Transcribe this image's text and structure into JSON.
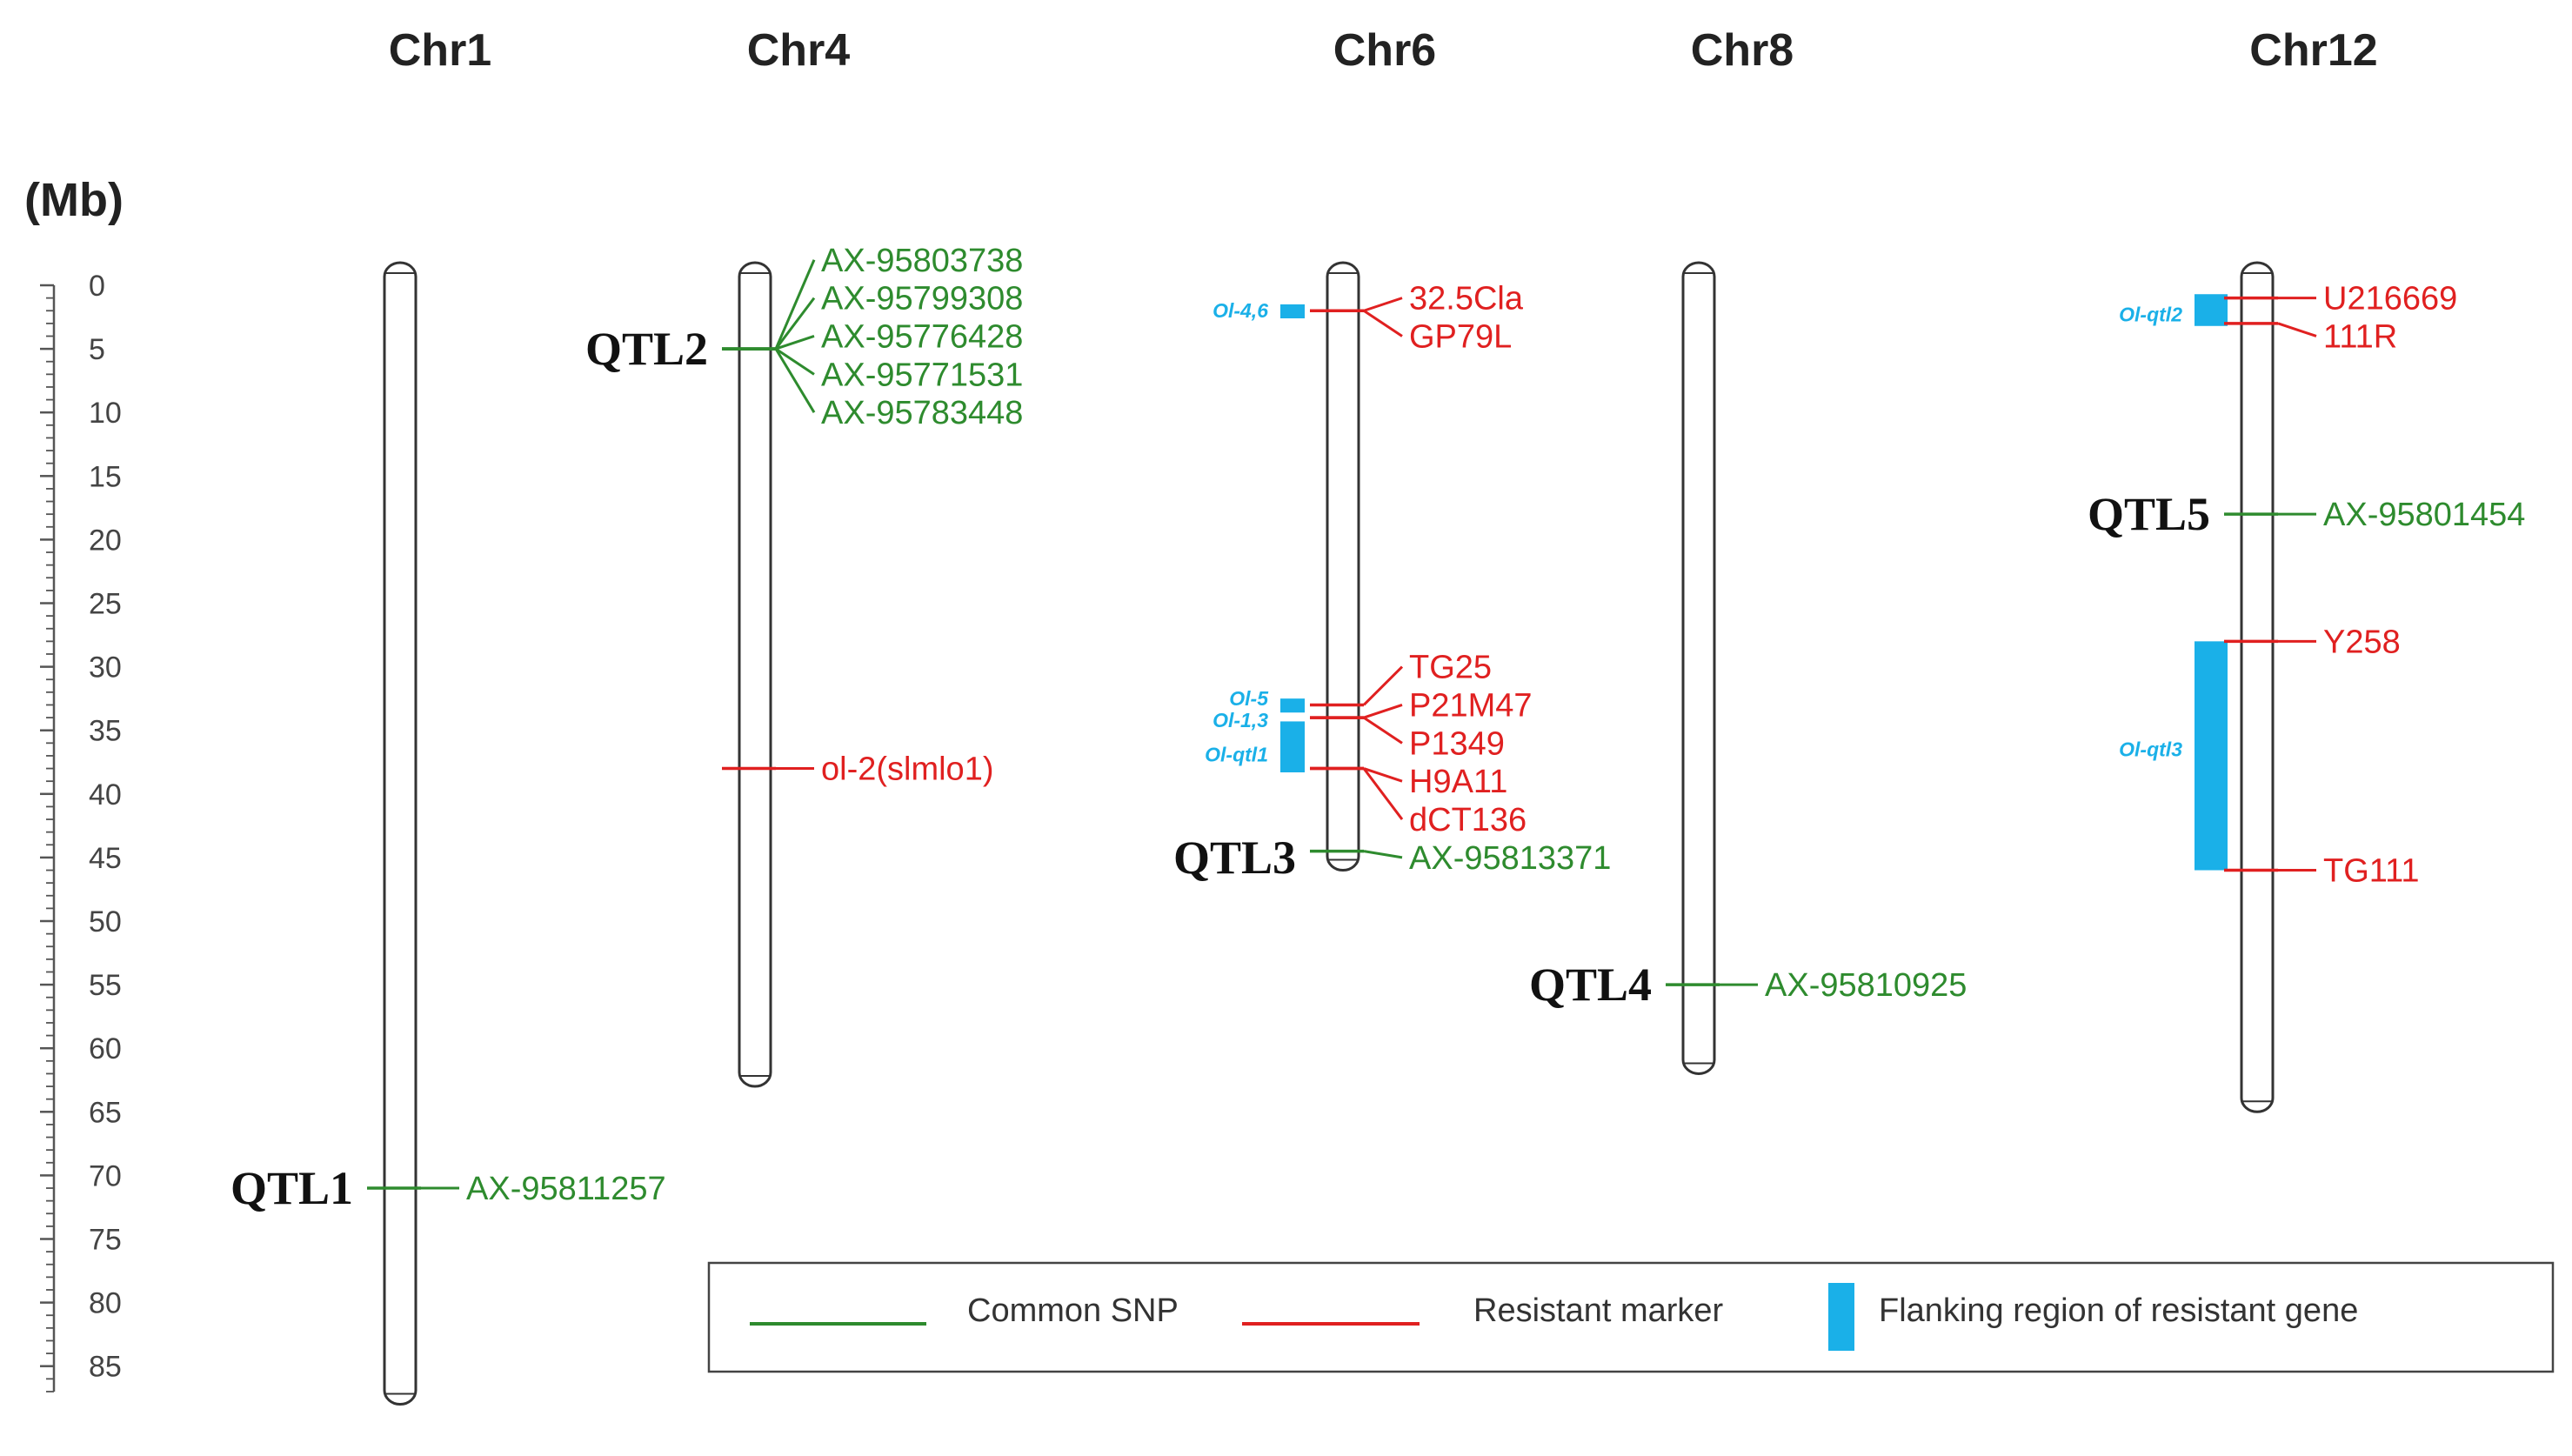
{
  "axis": {
    "unit_label": "(Mb)",
    "min": 0,
    "max": 87,
    "major_step": 5,
    "minor_step": 1,
    "labels": [
      "0",
      "5",
      "10",
      "15",
      "20",
      "25",
      "30",
      "35",
      "40",
      "45",
      "50",
      "55",
      "60",
      "65",
      "70",
      "75",
      "80",
      "85"
    ]
  },
  "colors": {
    "snp": "#2e8b2e",
    "resistant": "#e02020",
    "region": "#1ab0e8",
    "text": "#222222",
    "chromosome_stroke": "#333333"
  },
  "chromosomes": [
    {
      "id": "chr1",
      "name": "Chr1",
      "start": 0,
      "end": 88
    },
    {
      "id": "chr4",
      "name": "Chr4",
      "start": 0,
      "end": 63
    },
    {
      "id": "chr6",
      "name": "Chr6",
      "start": 0,
      "end": 46
    },
    {
      "id": "chr8",
      "name": "Chr8",
      "start": 0,
      "end": 62
    },
    {
      "id": "chr12",
      "name": "Chr12",
      "start": 0,
      "end": 65
    }
  ],
  "markers": [
    {
      "chr": "chr1",
      "name": "AX-95811257",
      "type": "snp",
      "pos": 71,
      "label_pos": 71
    },
    {
      "chr": "chr4",
      "name": "AX-95803738",
      "type": "snp",
      "pos": 5,
      "label_pos": -2
    },
    {
      "chr": "chr4",
      "name": "AX-95799308",
      "type": "snp",
      "pos": 5,
      "label_pos": 1
    },
    {
      "chr": "chr4",
      "name": "AX-95776428",
      "type": "snp",
      "pos": 5,
      "label_pos": 4
    },
    {
      "chr": "chr4",
      "name": "AX-95771531",
      "type": "snp",
      "pos": 5,
      "label_pos": 7
    },
    {
      "chr": "chr4",
      "name": "AX-95783448",
      "type": "snp",
      "pos": 5,
      "label_pos": 10
    },
    {
      "chr": "chr4",
      "name": "ol-2(slmlo1)",
      "type": "resistant",
      "pos": 38,
      "label_pos": 38
    },
    {
      "chr": "chr6",
      "name": "32.5Cla",
      "type": "resistant",
      "pos": 2,
      "label_pos": 1
    },
    {
      "chr": "chr6",
      "name": "GP79L",
      "type": "resistant",
      "pos": 2,
      "label_pos": 4
    },
    {
      "chr": "chr6",
      "name": "TG25",
      "type": "resistant",
      "pos": 33,
      "label_pos": 30
    },
    {
      "chr": "chr6",
      "name": "P21M47",
      "type": "resistant",
      "pos": 34,
      "label_pos": 33
    },
    {
      "chr": "chr6",
      "name": "P1349",
      "type": "resistant",
      "pos": 34,
      "label_pos": 36
    },
    {
      "chr": "chr6",
      "name": "H9A11",
      "type": "resistant",
      "pos": 38,
      "label_pos": 39
    },
    {
      "chr": "chr6",
      "name": "dCT136",
      "type": "resistant",
      "pos": 38,
      "label_pos": 42
    },
    {
      "chr": "chr6",
      "name": "AX-95813371",
      "type": "snp",
      "pos": 44.5,
      "label_pos": 45
    },
    {
      "chr": "chr8",
      "name": "AX-95810925",
      "type": "snp",
      "pos": 55,
      "label_pos": 55
    },
    {
      "chr": "chr12",
      "name": "U216669",
      "type": "resistant",
      "pos": 1,
      "label_pos": 1
    },
    {
      "chr": "chr12",
      "name": "111R",
      "type": "resistant",
      "pos": 3,
      "label_pos": 4
    },
    {
      "chr": "chr12",
      "name": "AX-95801454",
      "type": "snp",
      "pos": 18,
      "label_pos": 18
    },
    {
      "chr": "chr12",
      "name": "Y258",
      "type": "resistant",
      "pos": 28,
      "label_pos": 28
    },
    {
      "chr": "chr12",
      "name": "TG111",
      "type": "resistant",
      "pos": 46,
      "label_pos": 46
    }
  ],
  "qtls": [
    {
      "chr": "chr1",
      "label": "QTL1",
      "pos": 71
    },
    {
      "chr": "chr4",
      "label": "QTL2",
      "pos": 5
    },
    {
      "chr": "chr6",
      "label": "QTL3",
      "pos": 45
    },
    {
      "chr": "chr8",
      "label": "QTL4",
      "pos": 55
    },
    {
      "chr": "chr12",
      "label": "QTL5",
      "pos": 18
    }
  ],
  "regions": [
    {
      "chr": "chr6",
      "label": "Ol-4,6",
      "start": 1.5,
      "end": 2.6,
      "label_pos": 2
    },
    {
      "chr": "chr6",
      "label": "Ol-5",
      "start": 32.5,
      "end": 33.6,
      "label_pos": 32.5
    },
    {
      "chr": "chr6",
      "label": "Ol-1,3",
      "start": 34.3,
      "end": 38.3,
      "label_pos": 34.2
    },
    {
      "chr": "chr6",
      "label": "Ol-qtl1",
      "start": 34.3,
      "end": 38.3,
      "label_pos": 36.9
    },
    {
      "chr": "chr12",
      "label": "Ol-qtl2",
      "start": 0.7,
      "end": 3.2,
      "label_pos": 2.3
    },
    {
      "chr": "chr12",
      "label": "Ol-qtl3",
      "start": 28,
      "end": 46,
      "label_pos": 36.5
    }
  ],
  "legend": {
    "snp_label": "Common SNP",
    "resistant_label": "Resistant marker",
    "region_label": "Flanking region of resistant gene"
  }
}
